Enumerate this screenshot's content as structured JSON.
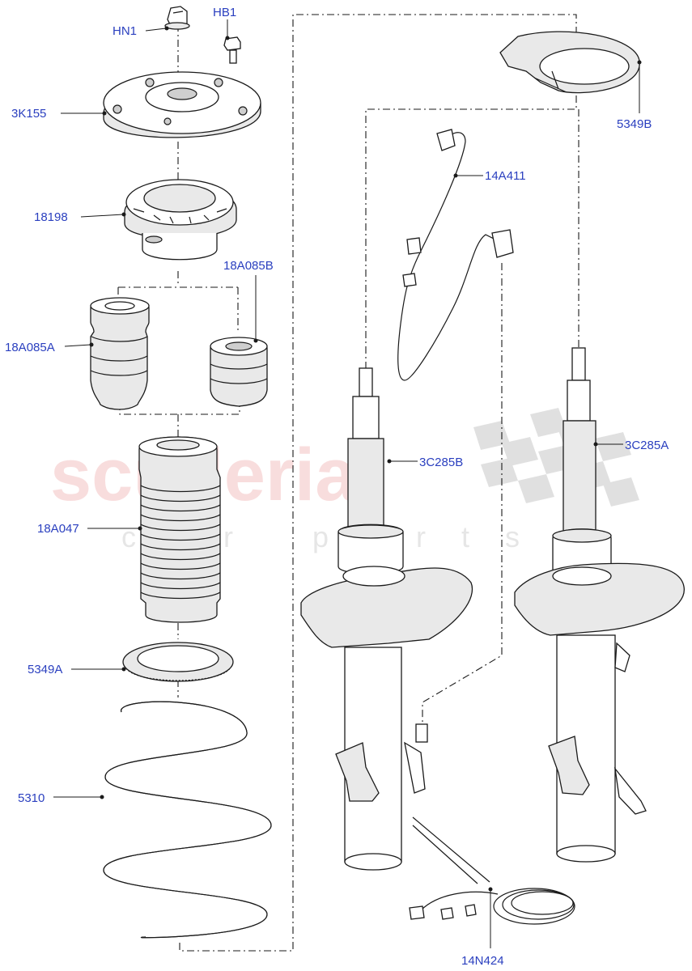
{
  "diagram": {
    "watermark": {
      "brand": "scuderia",
      "tagline": "car parts"
    },
    "labels": {
      "hn1": "HN1",
      "hb1": "HB1",
      "k3_155": "3K155",
      "p18198": "18198",
      "p18a085b": "18A085B",
      "p18a085a": "18A085A",
      "p18a047": "18A047",
      "p5349a": "5349A",
      "p5310": "5310",
      "p14a411": "14A411",
      "p5349b": "5349B",
      "p3c285b": "3C285B",
      "p3c285a": "3C285A",
      "p14n424": "14N424"
    },
    "colors": {
      "label": "#2a3fbf",
      "line": "#1a1a1a",
      "watermark": "#f4c2c2"
    }
  }
}
